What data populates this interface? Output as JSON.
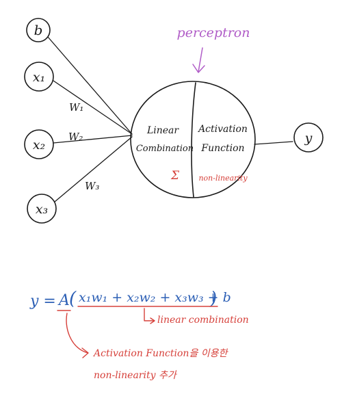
{
  "diagram": {
    "inputs": {
      "b": "b",
      "x1": "x₁",
      "x2": "x₂",
      "x3": "x₃"
    },
    "weights": {
      "w1": "W₁",
      "w2": "W₂",
      "w3": "W₃"
    },
    "neuron": {
      "left_label_line1": "Linear",
      "left_label_line2": "Combination",
      "left_symbol": "Σ",
      "right_label_line1": "Activation",
      "right_label_line2": "Function",
      "right_note": "non-linearity"
    },
    "output": "y",
    "perceptron_label": "perceptron"
  },
  "equation": {
    "lhs": "y =",
    "activation": "A",
    "open_paren": "(",
    "terms": "x₁w₁ + x₂w₂ + x₃w₃ + b",
    "close_paren": ")",
    "linear_note": "linear combination",
    "activation_note_line1": "Activation Function을 이용한",
    "activation_note_line2": "non-linearity 추가"
  },
  "colors": {
    "ink": "#1a1a1a",
    "blue": "#2c5fb5",
    "red": "#d6403a",
    "purple": "#b05cc7"
  }
}
